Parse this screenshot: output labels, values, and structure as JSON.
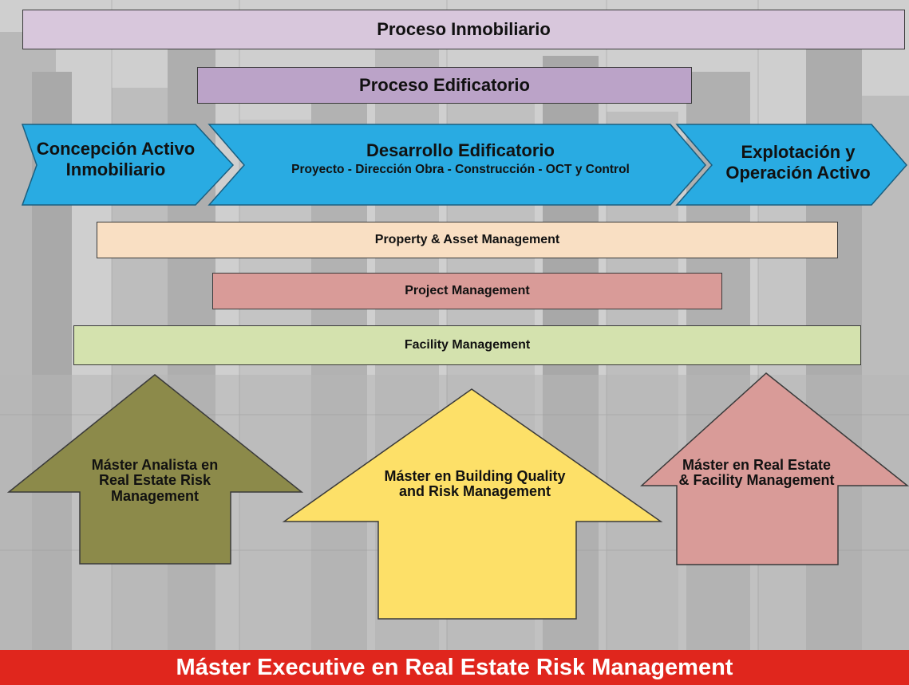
{
  "top_bars": {
    "proceso_inmobiliario": "Proceso Inmobiliario",
    "proceso_edificatorio": "Proceso Edificatorio"
  },
  "stages": {
    "concepcion": "Concepción Activo Inmobiliario",
    "desarrollo_title": "Desarrollo Edificatorio",
    "desarrollo_sub": "Proyecto - Dirección Obra - Construcción - OCT y Control",
    "explotacion": "Explotación y Operación Activo"
  },
  "management_bars": {
    "property_asset": "Property & Asset Management",
    "project": "Project Management",
    "facility": "Facility Management"
  },
  "masters": {
    "analista": "Máster Analista en Real Estate Risk Management",
    "building_quality": "Máster en Building Quality and  Risk Management",
    "real_estate_facility": "Máster  en Real Estate & Facility Management"
  },
  "footer": {
    "executive": "Máster Executive en Real Estate Risk Management"
  },
  "colors": {
    "proceso_inmobiliario": "#d8c7dc",
    "proceso_edificatorio": "#bba3c8",
    "stage_blue": "#29abe2",
    "property_asset": "#f9dfc3",
    "project": "#d99b98",
    "facility": "#d4e2ae",
    "arrow_olive": "#8c8a4a",
    "arrow_yellow": "#fde068",
    "arrow_pink": "#d99b98",
    "footer_red": "#e0261d"
  }
}
